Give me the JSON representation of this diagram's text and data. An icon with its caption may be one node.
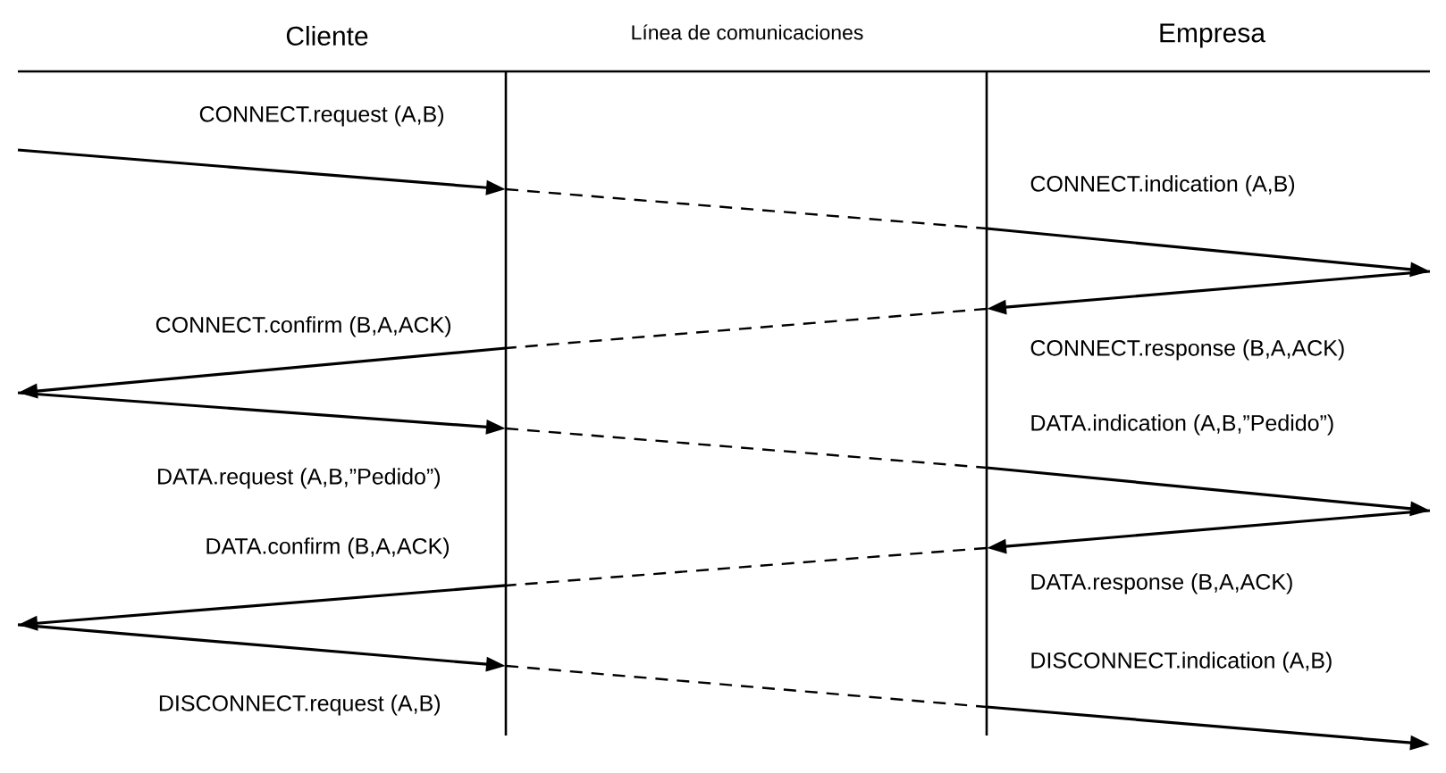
{
  "diagram": {
    "labels": [
      "Cliente",
      "Línea de comunicaciones",
      "Empresa",
      "CONNECT.request (A,B)",
      "CONNECT.indication (A,B)",
      "CONNECT.confirm (B,A,ACK)",
      "CONNECT.response (B,A,ACK)",
      "DATA.indication (A,B,”Pedido”)",
      "DATA.request (A,B,”Pedido”)",
      "DATA.confirm (B,A,ACK)",
      "DATA.response (B,A,ACK)",
      "DISCONNECT.indication (A,B)",
      "DISCONNECT.request (A,B)"
    ]
  }
}
